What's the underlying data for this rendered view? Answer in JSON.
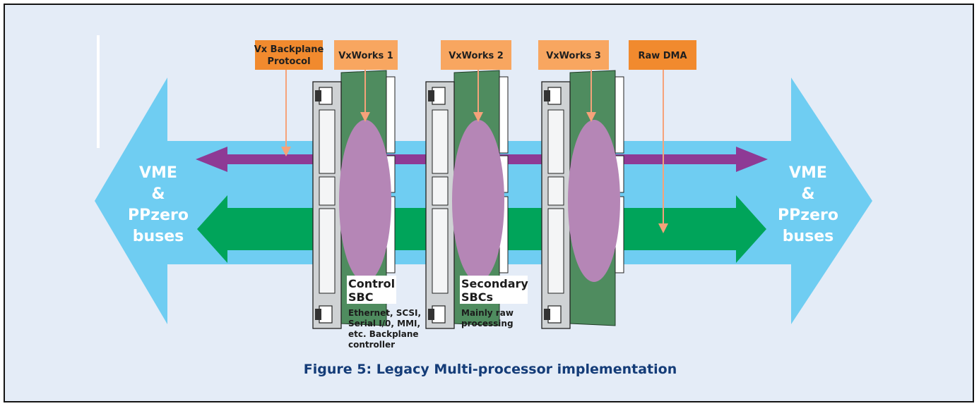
{
  "figure": {
    "caption": "Figure 5: Legacy Multi-processor implementation"
  },
  "labels": {
    "vx_backplane_1": "Vx Backplane",
    "vx_backplane_2": "Protocol",
    "vxworks_1": "VxWorks 1",
    "vxworks_2": "VxWorks 2",
    "vxworks_3": "VxWorks 3",
    "raw_dma": "Raw DMA"
  },
  "buses": {
    "left": [
      "VME",
      "&",
      "PPzero",
      "buses"
    ],
    "right": [
      "VME",
      "&",
      "PPzero",
      "buses"
    ]
  },
  "sbcs": {
    "control": {
      "title": [
        "Control",
        "SBC"
      ],
      "description": [
        "Ethernet, SCSI,",
        "Serial I/0, MMI,",
        "etc. Backplane",
        "controller"
      ]
    },
    "secondary": {
      "title": [
        "Secondary",
        "SBCs"
      ],
      "description": [
        "Mainly raw",
        "processing"
      ]
    }
  },
  "colors": {
    "background": "#e4ecf7",
    "bus_arrow": "#6fcdf2",
    "vx_protocol_arrow": "#8e3a95",
    "raw_dma_arrow": "#00a45a",
    "card_board": "#4f8c5f",
    "processor_ellipse": "#b586b6",
    "label_light": "#f8a660",
    "label_dark": "#f18a2e",
    "caption": "#143c78"
  }
}
